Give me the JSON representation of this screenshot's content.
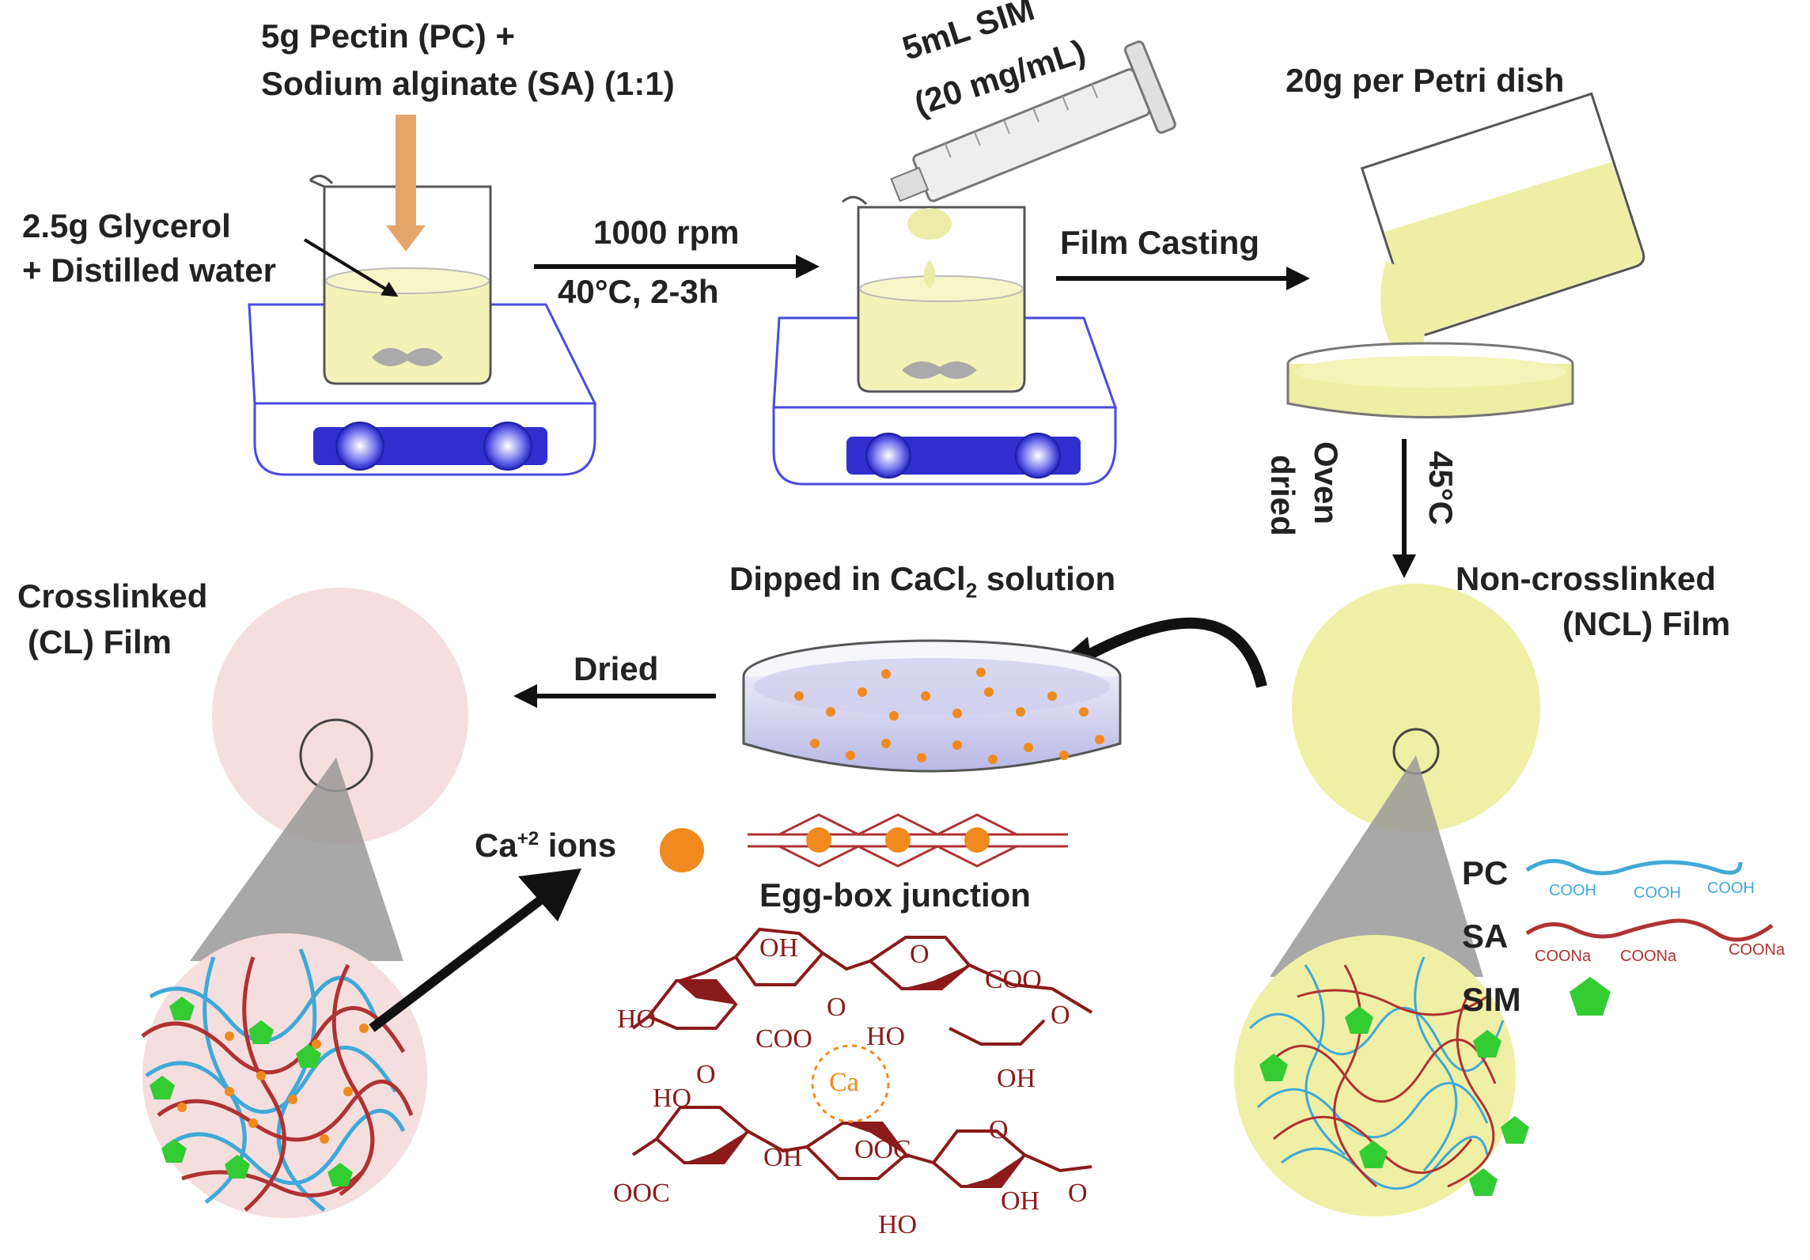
{
  "labels": {
    "pectin_sa_1": "5g Pectin (PC) +",
    "pectin_sa_2": "Sodium alginate (SA) (1:1)",
    "glycerol_1": "2.5g Glycerol",
    "glycerol_2": "+ Distilled water",
    "rpm": "1000 rpm",
    "temp_time": "40°C, 2-3h",
    "sim_1": "5mL SIM",
    "sim_2": "(20 mg/mL)",
    "petri": "20g per Petri dish",
    "film_casting": "Film Casting",
    "oven_1": "Oven",
    "oven_2": "dried",
    "oven_temp": "45°C",
    "ncl_1": "Non-crosslinked",
    "ncl_2": "(NCL) Film",
    "dipped_prefix": "Dipped in CaCl",
    "dipped_sub": "2",
    "dipped_suffix": " solution",
    "dried": "Dried",
    "cl_1": "Crosslinked",
    "cl_2": "(CL) Film",
    "ca_ions_prefix": "Ca",
    "ca_ions_sup": "+2",
    "ca_ions_suffix": " ions",
    "eggbox": "Egg-box junction"
  },
  "legend": {
    "pc": "PC",
    "sa": "SA",
    "sim": "SIM",
    "cooh": "COOH",
    "coona": "COONa"
  },
  "chem": {
    "oh": "OH",
    "ho": "HO",
    "coo_minus": "COO",
    "ooc_minus": "OOC",
    "o": "O",
    "ca": "Ca"
  },
  "colors": {
    "solution": "#f3f3b8",
    "film_yellow": "#f0efa6",
    "film_pink": "#f5dede",
    "hotplate": "#3b3bd6",
    "pectin_chain": "#3fa9d8",
    "alginate_chain": "#b03232",
    "sim_green": "#33cc33",
    "ca_orange": "#f08a1e",
    "chem_red": "#8b1a1a",
    "arrow": "#111111"
  }
}
